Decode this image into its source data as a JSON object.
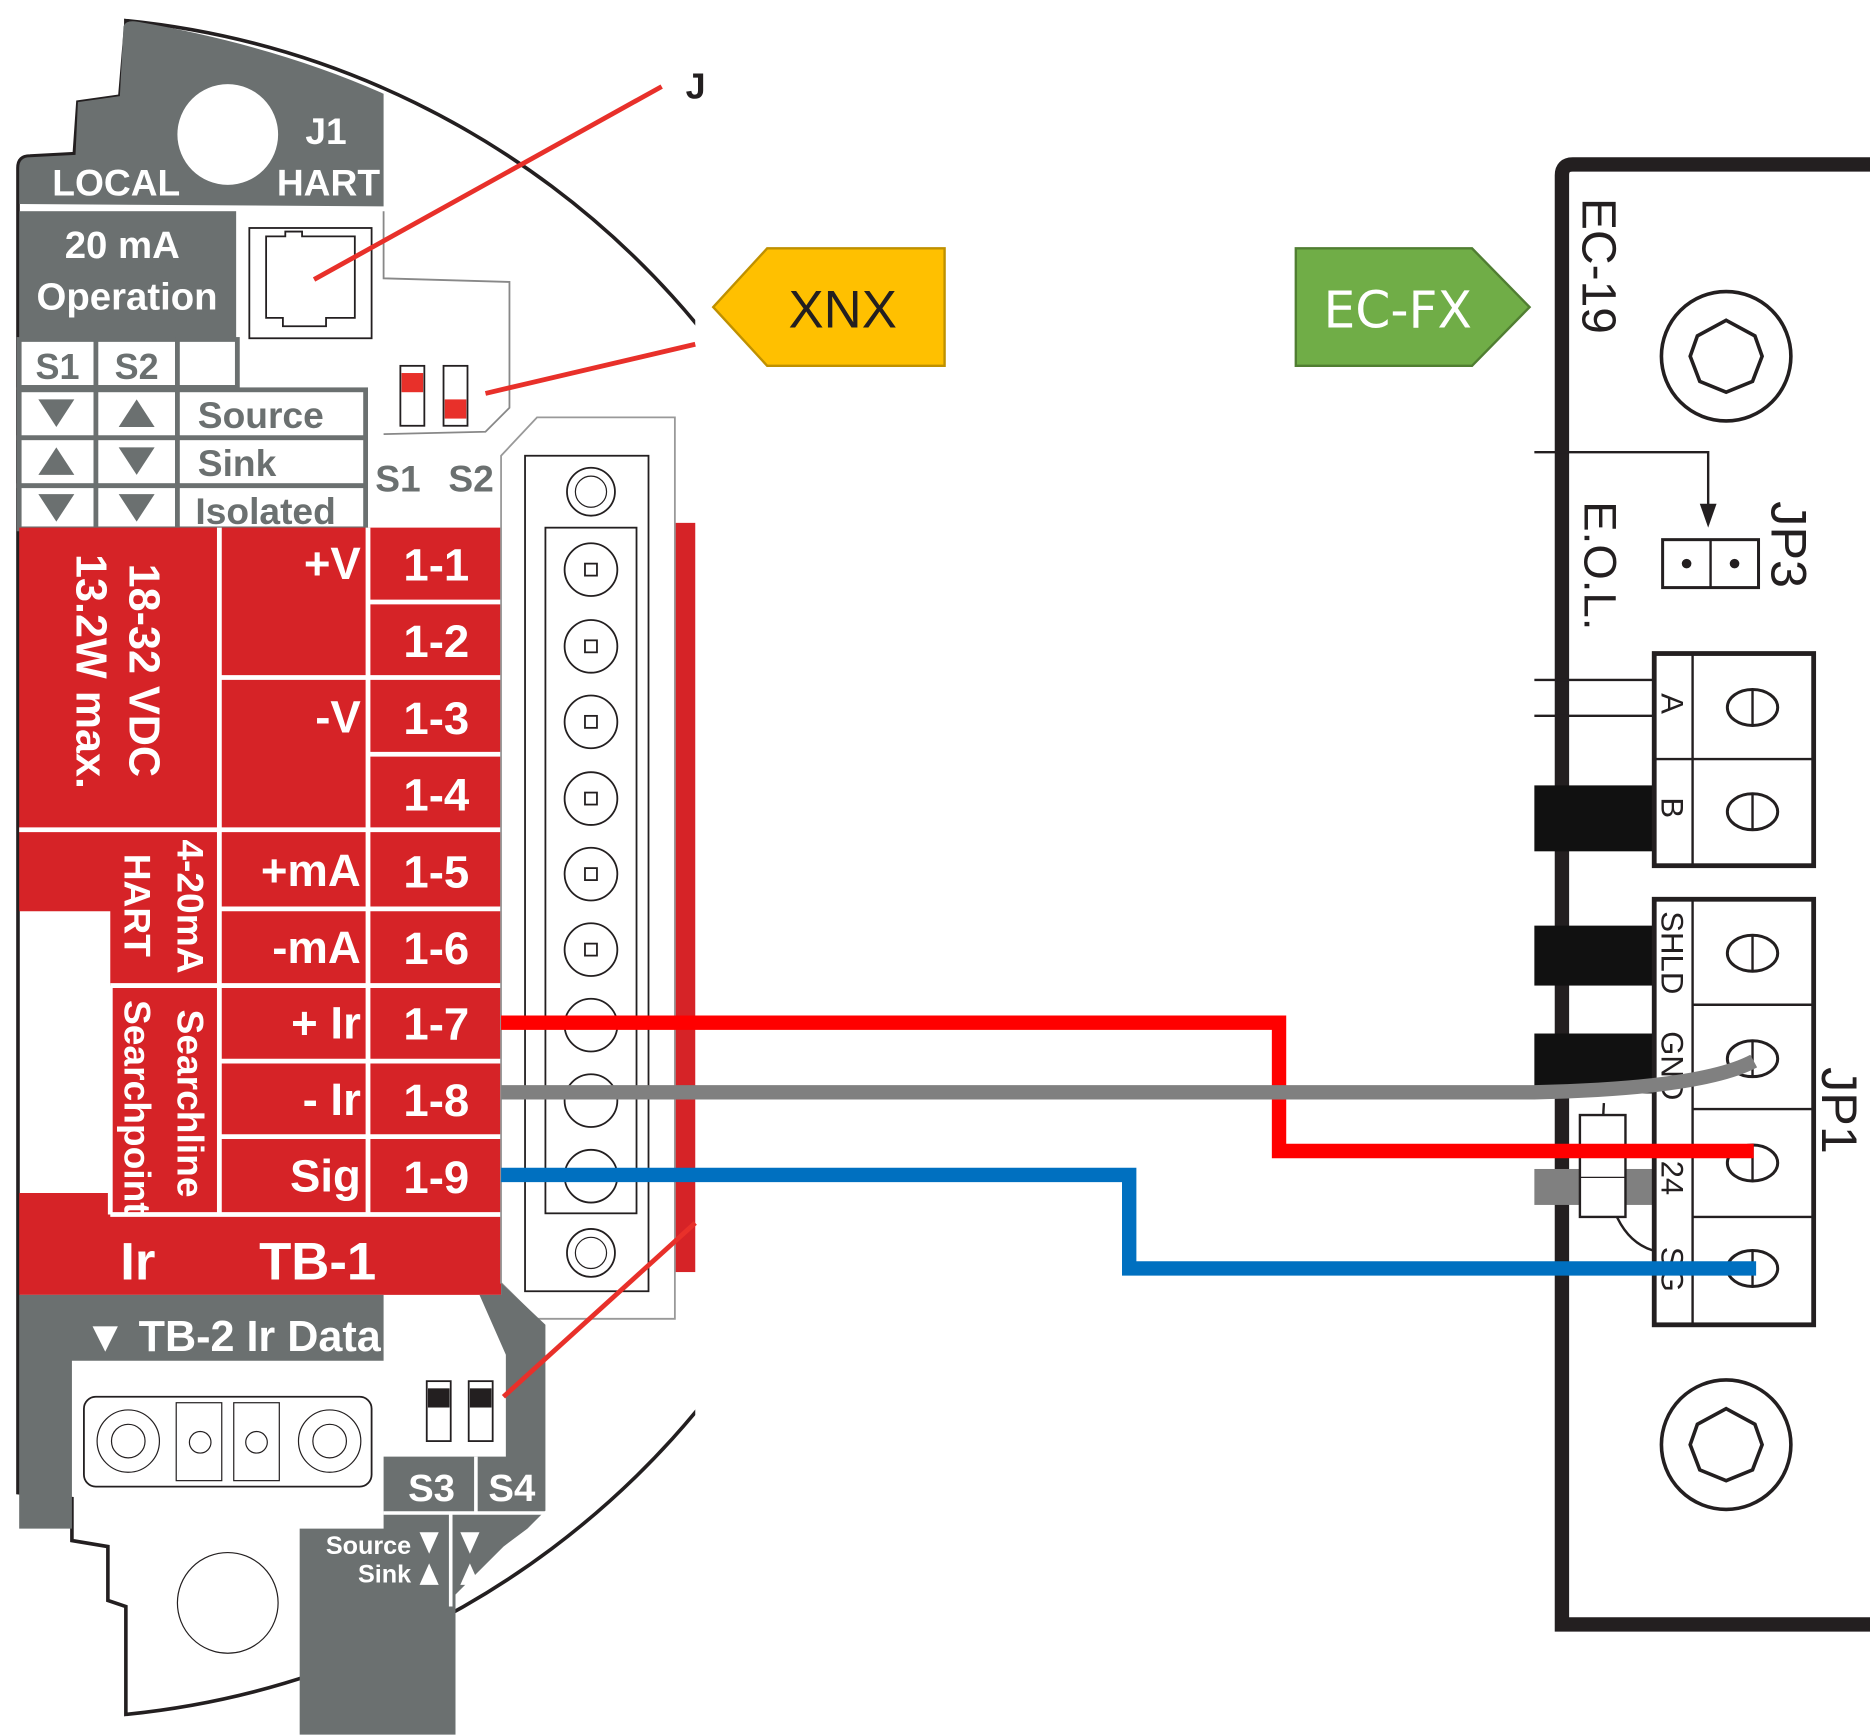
{
  "xnx_board": {
    "local_label": "LOCAL",
    "j1_label": "J1",
    "hart_label": "HART",
    "mode_line1": "20 mA",
    "mode_line2": "Operation",
    "switch_table": {
      "headers": [
        "S1",
        "S2"
      ],
      "rows": [
        {
          "s1": "down",
          "s2": "up",
          "label": "Source"
        },
        {
          "s1": "up",
          "s2": "down",
          "label": "Sink"
        },
        {
          "s1": "down",
          "s2": "down",
          "label": "Isolated"
        }
      ]
    },
    "dip_labels": [
      "S1",
      "S2"
    ],
    "power_line1": "18-32 VDC",
    "power_line2": "13.2W max.",
    "output_line1": "4-20mA",
    "output_line2": "HART",
    "sensor_line1": "Searchline",
    "sensor_line2": "Searchpoint",
    "terminals": [
      {
        "signal": "+V",
        "pin": "1-1"
      },
      {
        "signal": "",
        "pin": "1-2"
      },
      {
        "signal": "-V",
        "pin": "1-3"
      },
      {
        "signal": "",
        "pin": "1-4"
      },
      {
        "signal": "+mA",
        "pin": "1-5"
      },
      {
        "signal": "-mA",
        "pin": "1-6"
      },
      {
        "signal": "+ Ir",
        "pin": "1-7"
      },
      {
        "signal": "- Ir",
        "pin": "1-8"
      },
      {
        "signal": "Sig",
        "pin": "1-9"
      }
    ],
    "ir_label": "Ir",
    "tb1_label": "TB-1",
    "tb2_label": "▼ TB-2 Ir Data",
    "s3_label": "S3",
    "s4_label": "S4",
    "source_label": "Source",
    "sink_label": "Sink",
    "colors": {
      "red": "#d62327",
      "gray": "#6b7070"
    }
  },
  "tags": {
    "xnx": {
      "label": "XNX",
      "color": "#FFC000"
    },
    "ecfx": {
      "label": "EC-FX",
      "color": "#70AD47"
    }
  },
  "ec19_board": {
    "title": "EC-19",
    "eol_label": "E.O.L.",
    "jp3_label": "JP3",
    "jp1_label": "JP1",
    "terminal_a": "A",
    "terminal_b": "B",
    "jp1_terminals": [
      "SHLD",
      "GND",
      "24",
      "SG"
    ]
  },
  "wires": [
    {
      "from": "1-7",
      "to": "24",
      "color": "#ff0000"
    },
    {
      "from": "1-8",
      "to": "GND",
      "color": "#808080"
    },
    {
      "from": "1-9",
      "to": "SG",
      "color": "#0070c0"
    }
  ]
}
